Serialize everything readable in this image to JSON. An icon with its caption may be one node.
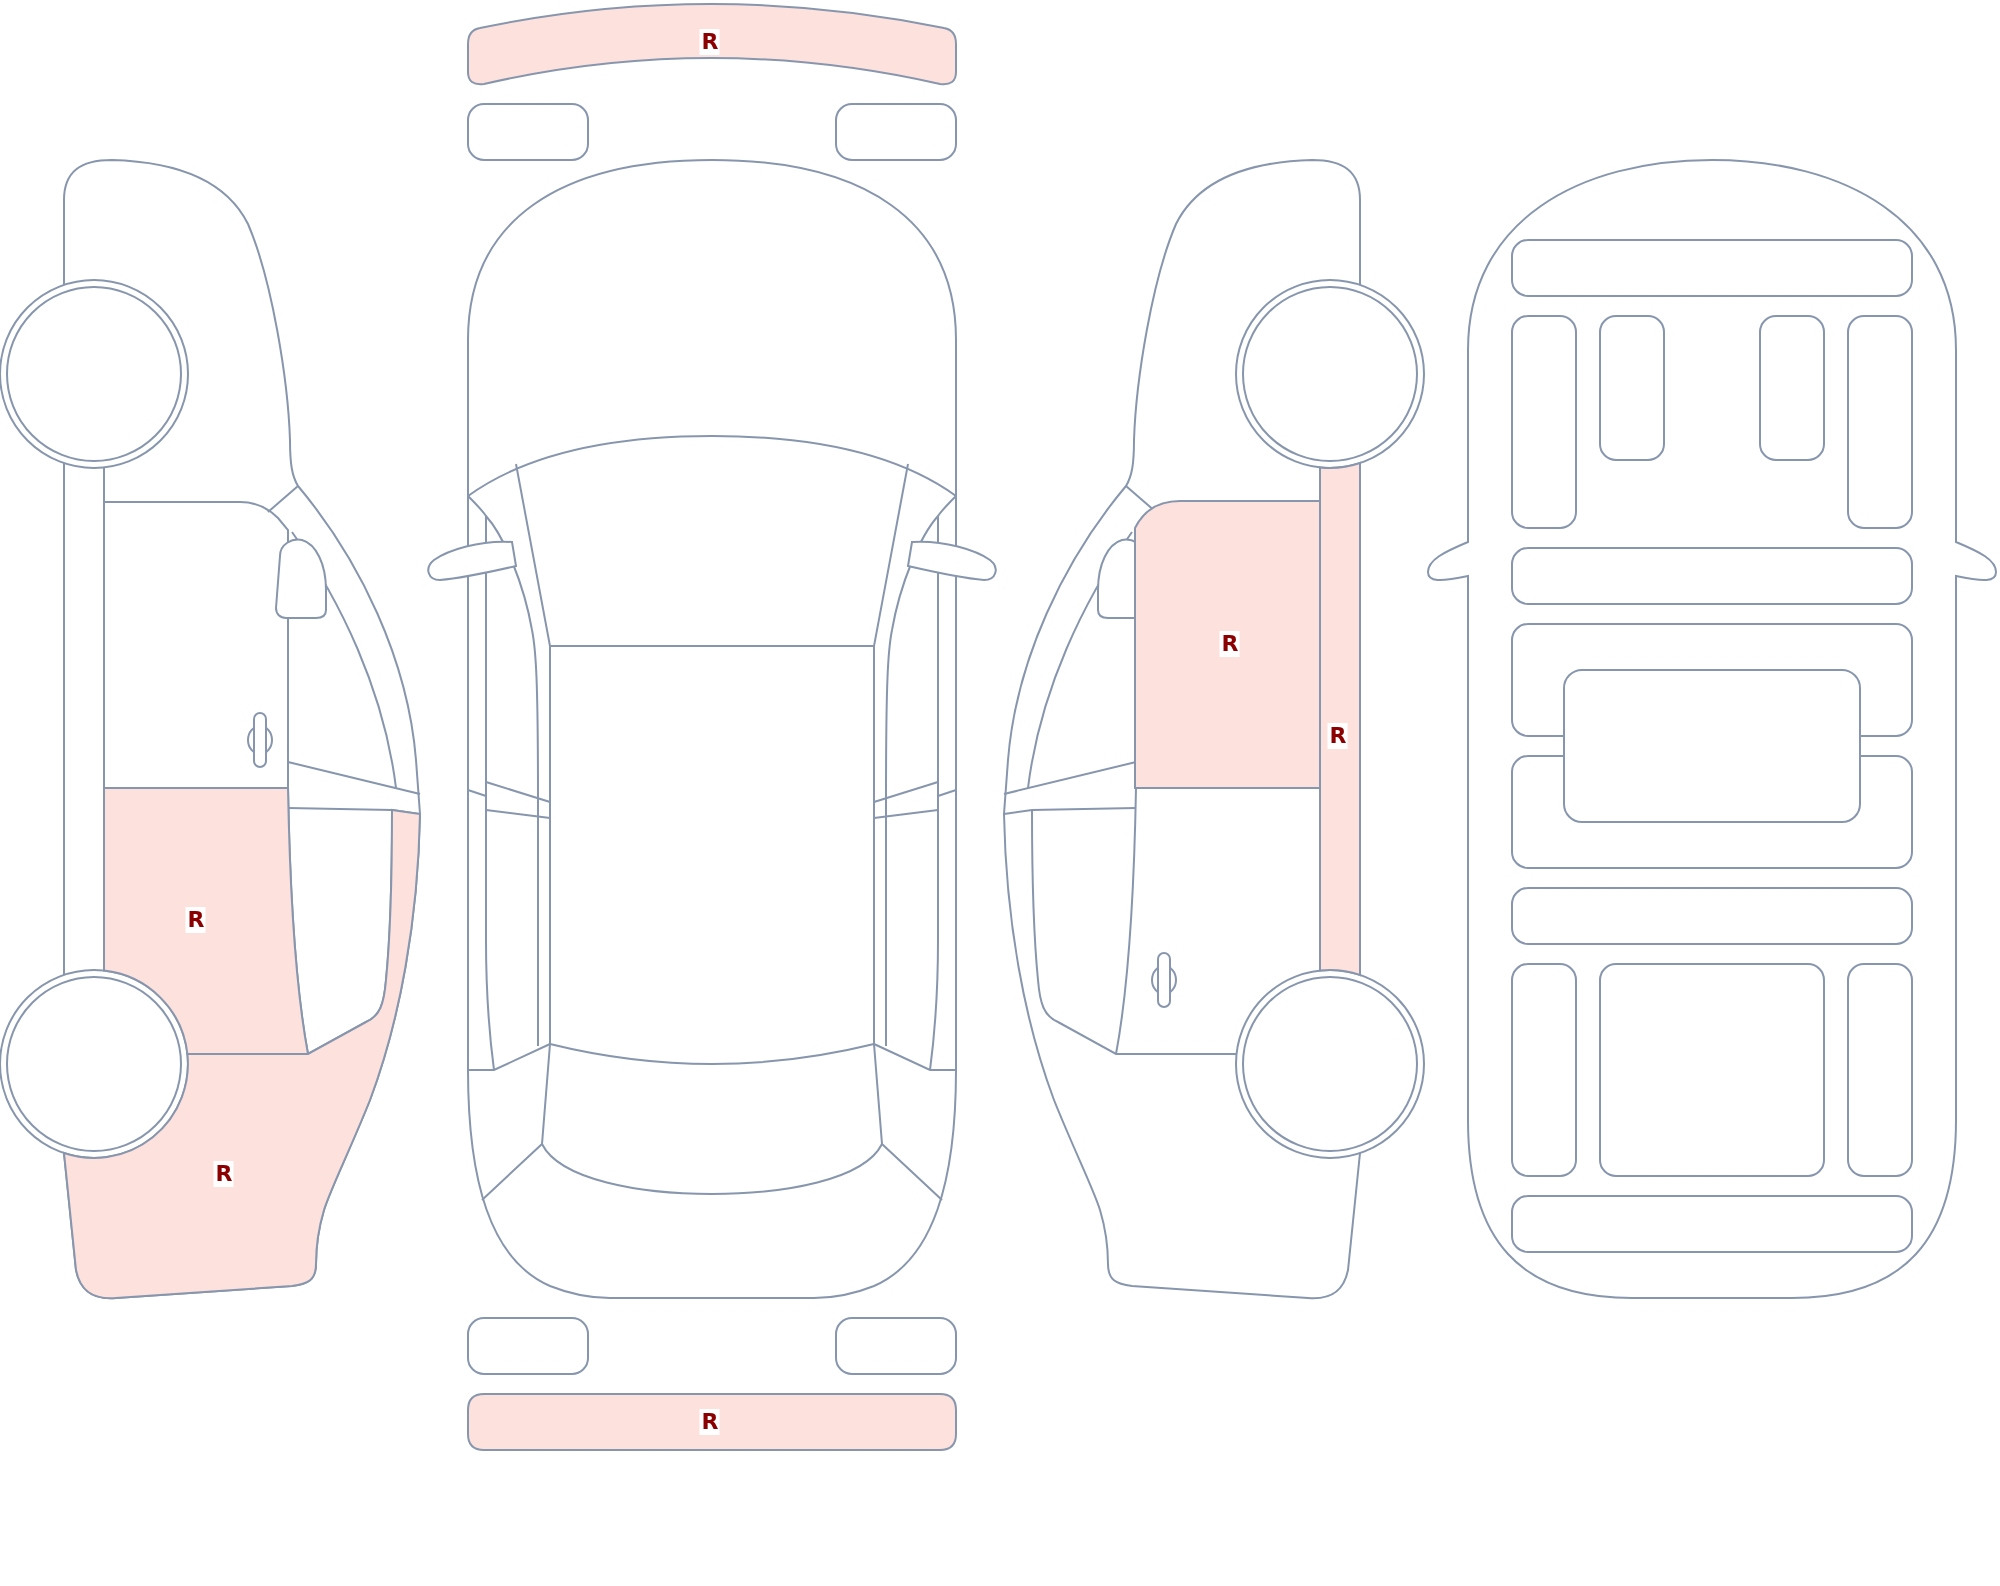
{
  "diagram": {
    "nodes": [
      {
        "text": [
          "R"
        ]
      },
      {
        "text": [
          "R"
        ]
      },
      {
        "text": [
          "R"
        ]
      },
      {
        "text": [
          "R"
        ]
      },
      {
        "text": [
          "R"
        ]
      },
      {
        "text": [
          "R"
        ]
      }
    ]
  }
}
